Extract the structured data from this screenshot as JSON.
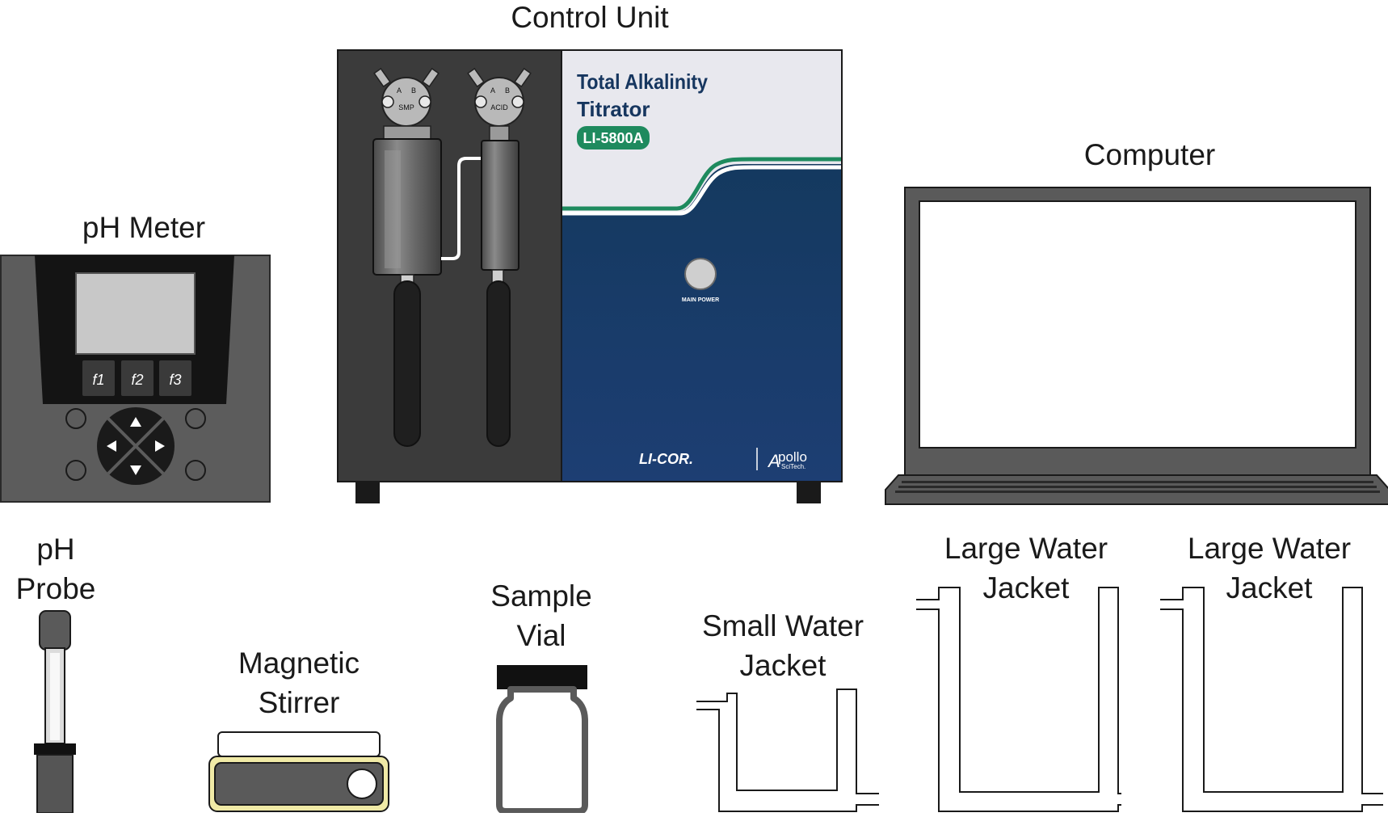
{
  "labels": {
    "control_unit": "Control Unit",
    "ph_meter": "pH Meter",
    "computer": "Computer",
    "ph_probe_line1": "pH",
    "ph_probe_line2": "Probe",
    "stirrer_line1": "Magnetic",
    "stirrer_line2": "Stirrer",
    "vial_line1": "Sample",
    "vial_line2": "Vial",
    "small_jacket_line1": "Small Water",
    "small_jacket_line2": "Jacket",
    "large_jacket_1_line1": "Large Water",
    "large_jacket_1_line2": "Jacket",
    "large_jacket_2_line1": "Large Water",
    "large_jacket_2_line2": "Jacket"
  },
  "ph_meter": {
    "keys": [
      "f1",
      "f2",
      "f3"
    ]
  },
  "control_unit": {
    "valve_left": {
      "port_a": "A",
      "port_b": "B",
      "name": "SMP"
    },
    "valve_right": {
      "port_a": "A",
      "port_b": "B",
      "name": "ACID"
    },
    "product_line1": "Total Alkalinity",
    "product_line2": "Titrator",
    "model_badge": "LI-5800A",
    "power_label": "MAIN POWER",
    "brand_licor": "LI-COR.",
    "brand_apollo": "pollo",
    "brand_apollo_sub": "SciTech."
  },
  "colors": {
    "navy": "#16365f",
    "green": "#1e8a5e",
    "dark_panel": "#3b3b3b",
    "grey": "#5a5a5a",
    "light_grey": "#cfcfcf"
  }
}
